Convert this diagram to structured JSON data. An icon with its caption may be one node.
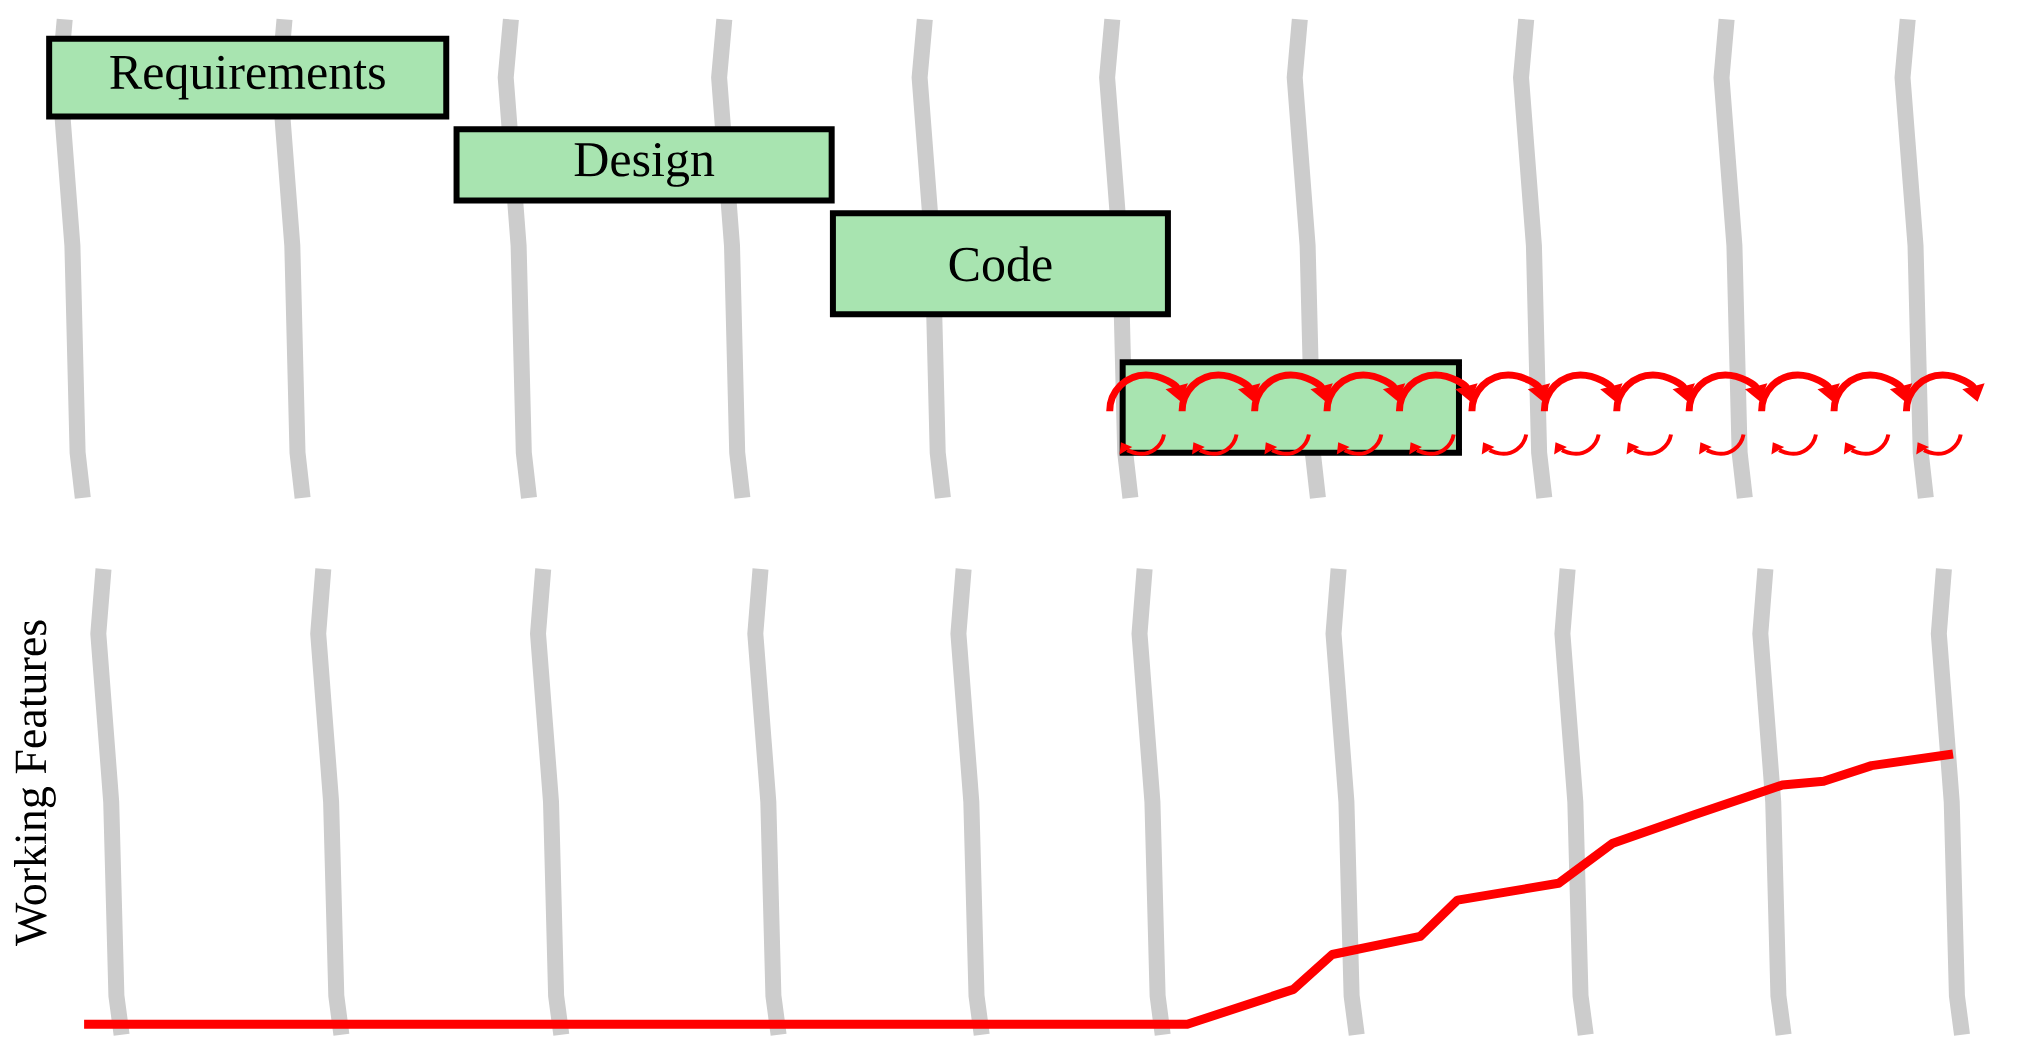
{
  "diagram": {
    "nodes": [
      {
        "text": [
          "Requirements"
        ]
      },
      {
        "text": [
          "Design"
        ]
      },
      {
        "text": [
          "Code"
        ]
      },
      {
        "text": [],
        "shape": "box"
      }
    ],
    "labels": [
      "Working Features"
    ]
  }
}
